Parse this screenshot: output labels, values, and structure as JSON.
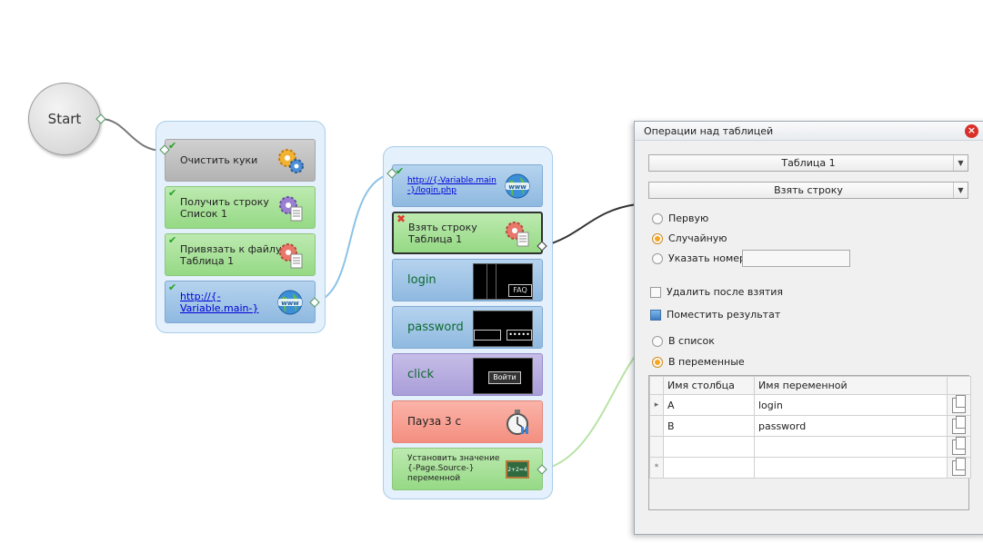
{
  "start": {
    "label": "Start"
  },
  "group1": {
    "blocks": [
      {
        "label": "Очистить куки",
        "icon": "gears-icon"
      },
      {
        "label": "Получить строку\nСписок 1",
        "icon": "gear-document-icon"
      },
      {
        "label": "Привязать к файлу\nТаблица 1",
        "icon": "gear-document-icon"
      },
      {
        "label": "http://{-\nVariable.main-}",
        "icon": "www-globe-icon"
      }
    ]
  },
  "group2": {
    "blocks": [
      {
        "label": "http://{-Variable.main\n-}/login.php",
        "icon": "www-globe-icon"
      },
      {
        "label": "Взять строку\nТаблица 1",
        "icon": "gear-document-icon"
      },
      {
        "label": "login",
        "thumb_text": "FAQ"
      },
      {
        "label": "password",
        "thumb_text": "•••••"
      },
      {
        "label": "click",
        "thumb_text": "Войти"
      },
      {
        "label": "Пауза 3 с",
        "icon": "stopwatch-icon"
      },
      {
        "label": "Установить значение\n{-Page.Source-}\n переменной",
        "icon": "chalkboard-icon"
      }
    ]
  },
  "panel": {
    "title": "Операции над таблицей",
    "table_select": "Таблица 1",
    "operation_select": "Взять строку",
    "row_options": [
      "Первую",
      "Случайную",
      "Указать номер"
    ],
    "row_selected": 1,
    "row_number_value": "",
    "delete_after_label": "Удалить после взятия",
    "delete_after_checked": false,
    "save_result_label": "Поместить результат",
    "save_result_checked": true,
    "target_options": [
      "В список",
      "В переменные"
    ],
    "target_selected": 1,
    "grid": {
      "headers": [
        "Имя столбца",
        "Имя переменной"
      ],
      "rows": [
        [
          "A",
          "login"
        ],
        [
          "B",
          "password"
        ],
        [
          "",
          ""
        ]
      ],
      "new_row_marker": "*",
      "current_row_marker": "▸"
    }
  },
  "colors": {
    "green_block": "#95d985",
    "blue_block": "#8fb9e0",
    "gray_block": "#b3b3b3",
    "purple_block": "#a99ed8",
    "red_block": "#f38f80",
    "group_bg": "#e4f0fb"
  }
}
